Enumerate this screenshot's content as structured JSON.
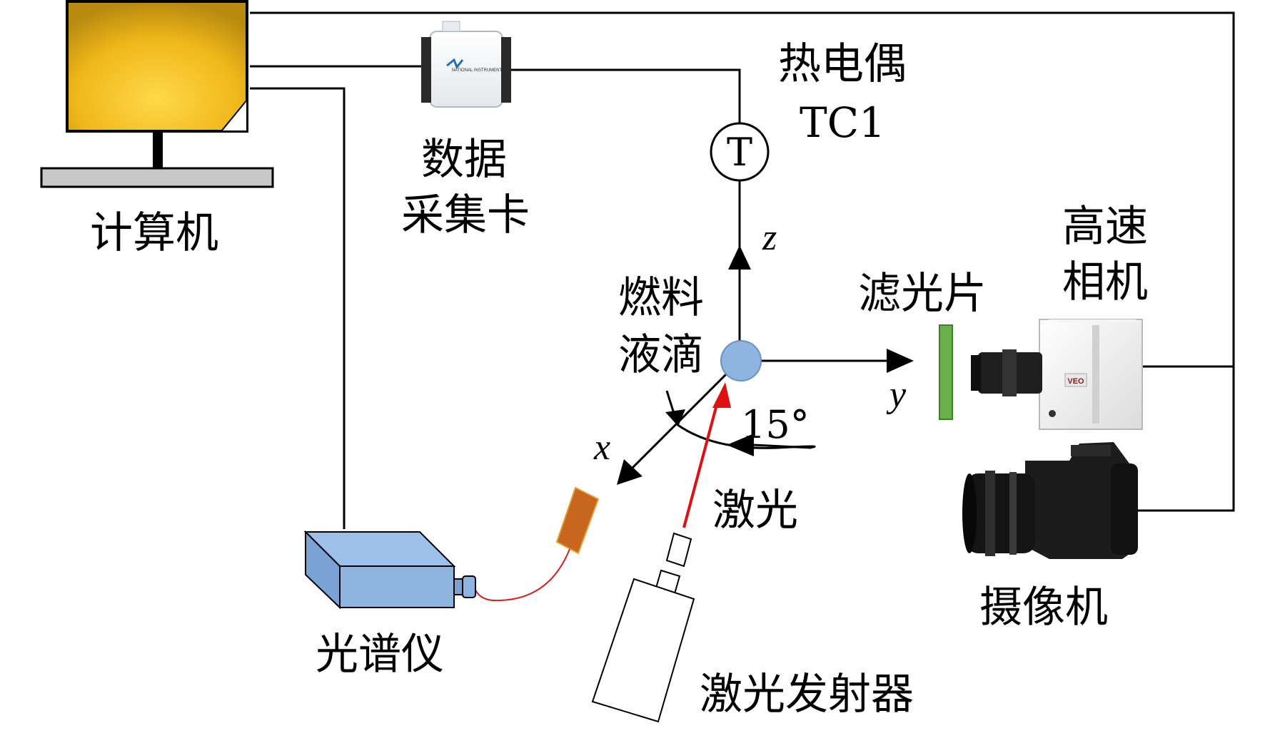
{
  "labels": {
    "computer": "计算机",
    "daq_line1": "数据",
    "daq_line2": "采集卡",
    "thermocouple_line1": "热电偶",
    "thermocouple_line2": "TC1",
    "thermocouple_symbol": "T",
    "highspeed_line1": "高速",
    "highspeed_line2": "相机",
    "filter": "滤光片",
    "droplet_line1": "燃料",
    "droplet_line2": "液滴",
    "axis_z": "z",
    "axis_y": "y",
    "axis_x": "x",
    "angle": "15°",
    "laser": "激光",
    "spectrometer": "光谱仪",
    "laser_emitter": "激光发射器",
    "video_camera": "摄像机",
    "camera_brand": "VEO",
    "daq_brand": "NATIONAL INSTRUMENTS"
  },
  "colors": {
    "monitor_fill": "#f2c21a",
    "monitor_edge": "#b8860b",
    "droplet": "#8fb4e0",
    "spectrometer": "#8fb4e0",
    "probe": "#c8651f",
    "filter": "#6ab04c",
    "laser_beam": "#e01010",
    "fiber": "#d02020"
  }
}
